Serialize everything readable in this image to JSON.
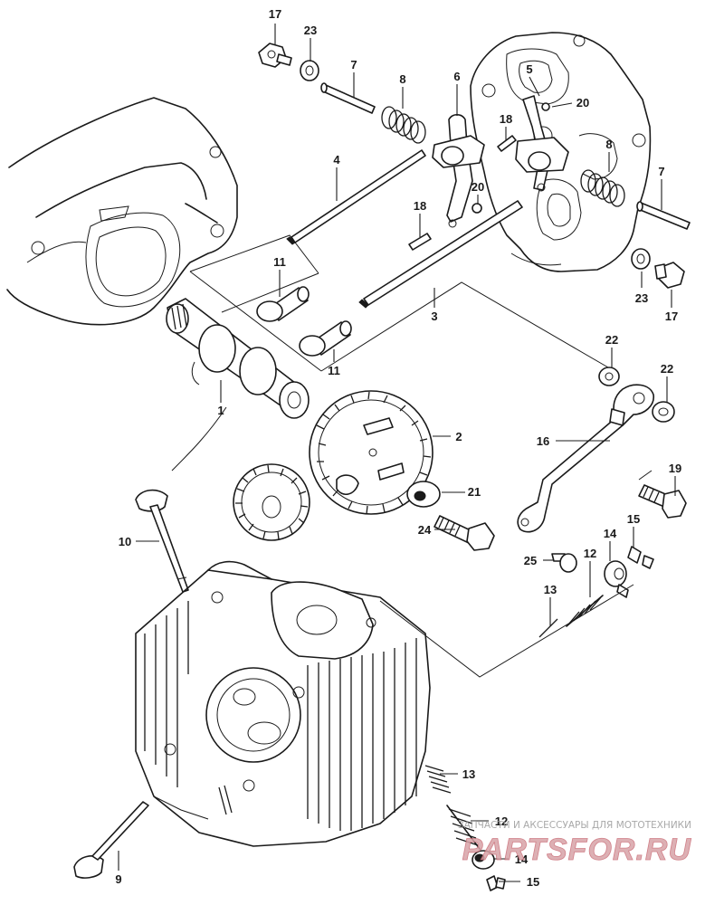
{
  "diagram": {
    "callouts": [
      {
        "id": "c17a",
        "label": "17"
      },
      {
        "id": "c23a",
        "label": "23"
      },
      {
        "id": "c7a",
        "label": "7"
      },
      {
        "id": "c8a",
        "label": "8"
      },
      {
        "id": "c6",
        "label": "6"
      },
      {
        "id": "c5",
        "label": "5"
      },
      {
        "id": "c20a",
        "label": "20"
      },
      {
        "id": "c18a",
        "label": "18"
      },
      {
        "id": "c8b",
        "label": "8"
      },
      {
        "id": "c4",
        "label": "4"
      },
      {
        "id": "c20b",
        "label": "20"
      },
      {
        "id": "c18b",
        "label": "18"
      },
      {
        "id": "c7b",
        "label": "7"
      },
      {
        "id": "c11a",
        "label": "11"
      },
      {
        "id": "c3",
        "label": "3"
      },
      {
        "id": "c23b",
        "label": "23"
      },
      {
        "id": "c17b",
        "label": "17"
      },
      {
        "id": "c11b",
        "label": "11"
      },
      {
        "id": "c22a",
        "label": "22"
      },
      {
        "id": "c22b",
        "label": "22"
      },
      {
        "id": "c1",
        "label": "1"
      },
      {
        "id": "c2",
        "label": "2"
      },
      {
        "id": "c16",
        "label": "16"
      },
      {
        "id": "c19",
        "label": "19"
      },
      {
        "id": "c21",
        "label": "21"
      },
      {
        "id": "c24",
        "label": "24"
      },
      {
        "id": "c10",
        "label": "10"
      },
      {
        "id": "c14a",
        "label": "14"
      },
      {
        "id": "c15a",
        "label": "15"
      },
      {
        "id": "c25",
        "label": "25"
      },
      {
        "id": "c12a",
        "label": "12"
      },
      {
        "id": "c13a",
        "label": "13"
      },
      {
        "id": "c13b",
        "label": "13"
      },
      {
        "id": "c12b",
        "label": "12"
      },
      {
        "id": "c14b",
        "label": "14"
      },
      {
        "id": "c15b",
        "label": "15"
      },
      {
        "id": "c9",
        "label": "9"
      }
    ]
  },
  "watermark": {
    "subtitle": "ЗАПЧАСТИ И АКСЕССУАРЫ ДЛЯ МОТОТЕХНИКИ",
    "logo_text": "PARTSFOR.RU",
    "logo_color": "#c96b75"
  }
}
